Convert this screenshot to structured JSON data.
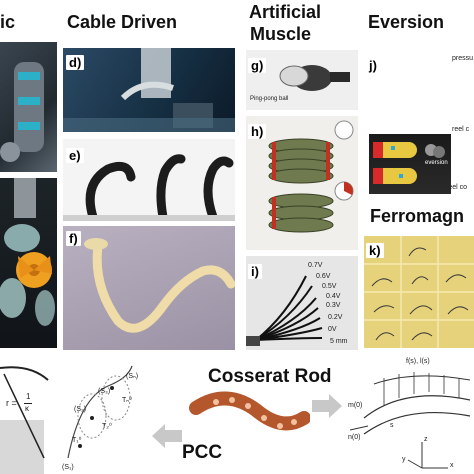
{
  "headers": {
    "col1_partial": "ic",
    "cable_driven": "Cable Driven",
    "artificial_line1": "Artificial",
    "artificial_line2": "Muscle",
    "eversion": "Eversion",
    "ferromagnetic_partial": "Ferromagn",
    "cosserat_rod": "Cosserat Rod",
    "pcc": "PCC"
  },
  "panel_labels": {
    "d": "d)",
    "e": "e)",
    "f": "f)",
    "g": "g)",
    "h": "h)",
    "i": "i)",
    "j": "j)",
    "k": "k)"
  },
  "annotations": {
    "ping_pong": "Ping-pong ball",
    "voltages": [
      "0.7V",
      "0.6V",
      "0.5V",
      "0.4V",
      "0.3V",
      "0.2V",
      "0V"
    ],
    "scale": "5 mm",
    "pressure_partial": "pressu",
    "reel_top": "reel c",
    "eversion_word": "eversion",
    "reel_bottom": "reel co",
    "pcc_r": "r =",
    "pcc_frac_num": "1",
    "pcc_frac_den": "κ",
    "pcc_s1": "(S₁)",
    "pcc_s2": "(S₂)",
    "pcc_sn": "(Sₙ)",
    "pcc_s3": "(S₃)",
    "pcc_t1": "T₁⁰",
    "pcc_t2": "T₂⁰",
    "pcc_tn": "Tₙ⁰",
    "cr_force": "f(s), l(s)",
    "cr_m0": "m(0)",
    "cr_n0": "n(0)",
    "cr_z": "z",
    "cr_x": "x",
    "cr_y": "y",
    "cr_s": "s"
  },
  "colors": {
    "flower": "#f0a020",
    "tentacle": "#f0dca8",
    "octopus": "#b4572c",
    "arrow": "#c8c8c8"
  }
}
